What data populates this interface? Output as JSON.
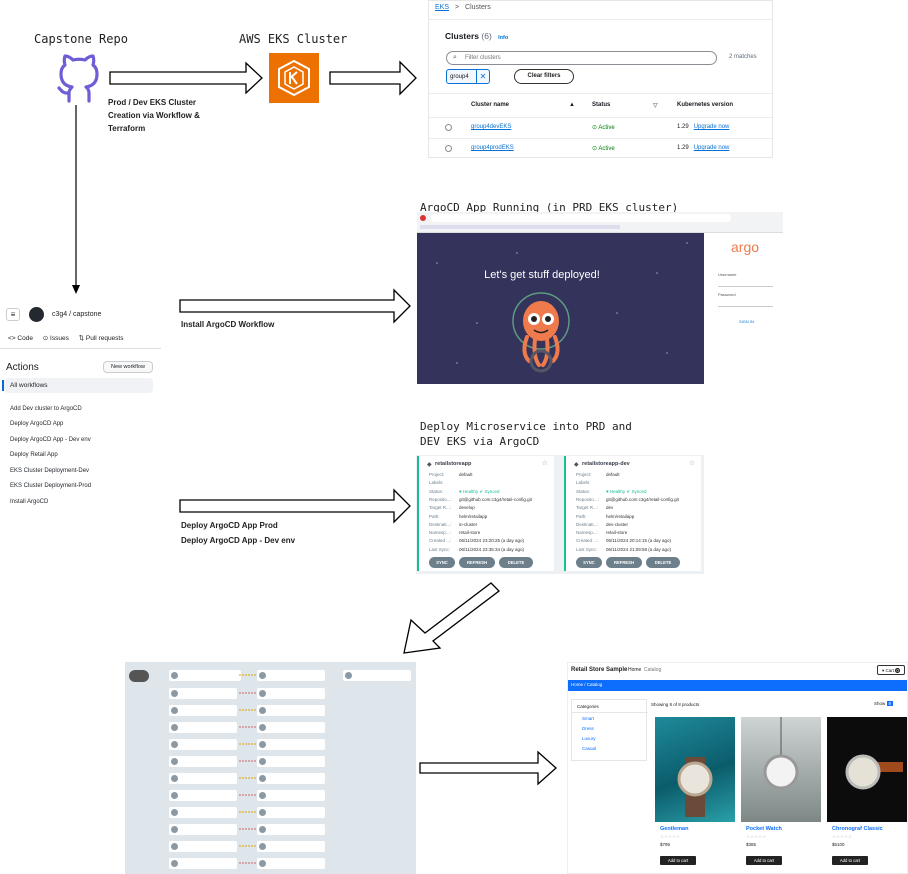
{
  "labels": {
    "capstone_repo": "Capstone Repo",
    "aws_eks_cluster": "AWS EKS Cluster",
    "cluster_creation_line1": "Prod / Dev EKS Cluster",
    "cluster_creation_line2": "Creation via Workflow &",
    "cluster_creation_line3": "Terraform",
    "argocd_running": "ArgoCD App Running (in PRD EKS cluster)",
    "install_argocd_workflow": "Install ArgoCD Workflow",
    "deploy_micro_line1": "Deploy Microservice into PRD and",
    "deploy_micro_line2": "DEV EKS via ArgoCD",
    "deploy_prod": "Deploy ArgoCD App Prod",
    "deploy_dev": "Deploy ArgoCD App - Dev env"
  },
  "eks": {
    "breadcrumb_root": "EKS",
    "breadcrumb_sep": ">",
    "breadcrumb_page": "Clusters",
    "title": "Clusters",
    "count": "(6)",
    "info": "Info",
    "filter_placeholder": "Filter clusters",
    "matches": "2 matches",
    "token": "group4",
    "token_close": "✕",
    "clear_filters": "Clear filters",
    "columns": [
      "Cluster name",
      "Status",
      "Kubernetes version"
    ],
    "rows": [
      {
        "name": "group4devEKS",
        "status": "Active",
        "version": "1.29",
        "action": "Upgrade now"
      },
      {
        "name": "group4prodEKS",
        "status": "Active",
        "version": "1.29",
        "action": "Upgrade now"
      }
    ]
  },
  "argo": {
    "headline": "Let's get stuff deployed!",
    "logo": "argo",
    "username_label": "Username",
    "password_label": "Password",
    "sign_in": "SIGN IN"
  },
  "github": {
    "repo": "c3g4 / capstone",
    "tab_code": "Code",
    "tab_issues": "Issues",
    "tab_prs": "Pull requests",
    "actions_title": "Actions",
    "new_workflow": "New workflow",
    "all_workflows": "All workflows",
    "workflows": [
      "Add Dev cluster to ArgoCD",
      "Deploy ArgoCD App",
      "Deploy ArgoCD App - Dev env",
      "Deploy Retail App",
      "EKS Cluster Deployment-Dev",
      "EKS Cluster Deployment-Prod",
      "Install ArgoCD"
    ]
  },
  "apps": [
    {
      "name": "retailstoreapp",
      "fields": [
        [
          "Project:",
          "default"
        ],
        [
          "Labels:",
          ""
        ],
        [
          "Status:",
          "♥ Healthy ✔ Synced"
        ],
        [
          "Reposito...:",
          "git@github.com:c3g4/retail-config.git"
        ],
        [
          "Target R...:",
          "develop"
        ],
        [
          "Path:",
          "helm/retailapp"
        ],
        [
          "Destinati...:",
          "in-cluster"
        ],
        [
          "Namesp...:",
          "retail-store"
        ],
        [
          "Created ...:",
          "06/11/2024 23:20:25 (a day ago)"
        ],
        [
          "Last Sync:",
          "06/11/2024 23:35:34 (a day ago)"
        ]
      ]
    },
    {
      "name": "retailstoreapp-dev",
      "fields": [
        [
          "Project:",
          "default"
        ],
        [
          "Labels:",
          ""
        ],
        [
          "Status:",
          "♥ Healthy ✔ Synced"
        ],
        [
          "Reposito...:",
          "git@github.com:c3g4/retail-config.git"
        ],
        [
          "Target R...:",
          "dev"
        ],
        [
          "Path:",
          "helm/retailapp"
        ],
        [
          "Destinati...:",
          "dev-cluster"
        ],
        [
          "Namesp...:",
          "retail-store"
        ],
        [
          "Created ...:",
          "06/11/2024 20:14:15 (a day ago)"
        ],
        [
          "Last Sync:",
          "06/11/2024 21:09:58 (a day ago)"
        ]
      ]
    }
  ],
  "app_buttons": [
    "SYNC",
    "REFRESH",
    "DELETE"
  ],
  "store": {
    "brand": "Retail Store Sample",
    "nav": [
      "Home",
      "Catalog"
    ],
    "cart": "Cart",
    "cart_count": "0",
    "breadcrumb": "Home / Catalog",
    "categories_title": "Categories",
    "categories": [
      "Smart",
      "Dress",
      "Luxury",
      "Casual"
    ],
    "showing": "Showing 8 of 8 products",
    "show_label": "Show",
    "page_size": "8",
    "products": [
      {
        "name": "Gentleman",
        "price": "$795",
        "add": "Add to cart"
      },
      {
        "name": "Pocket Watch",
        "price": "$385",
        "add": "Add to cart"
      },
      {
        "name": "Chronograf Classic",
        "price": "$5100",
        "add": "Add to cart"
      }
    ]
  },
  "colors": {
    "aws_orange": "#ed7100",
    "github_purple": "#6e5ed6",
    "argo_bg": "#34335b",
    "argo_teal": "#18be94",
    "link_blue": "#0972d3",
    "store_blue": "#0d6efd"
  }
}
